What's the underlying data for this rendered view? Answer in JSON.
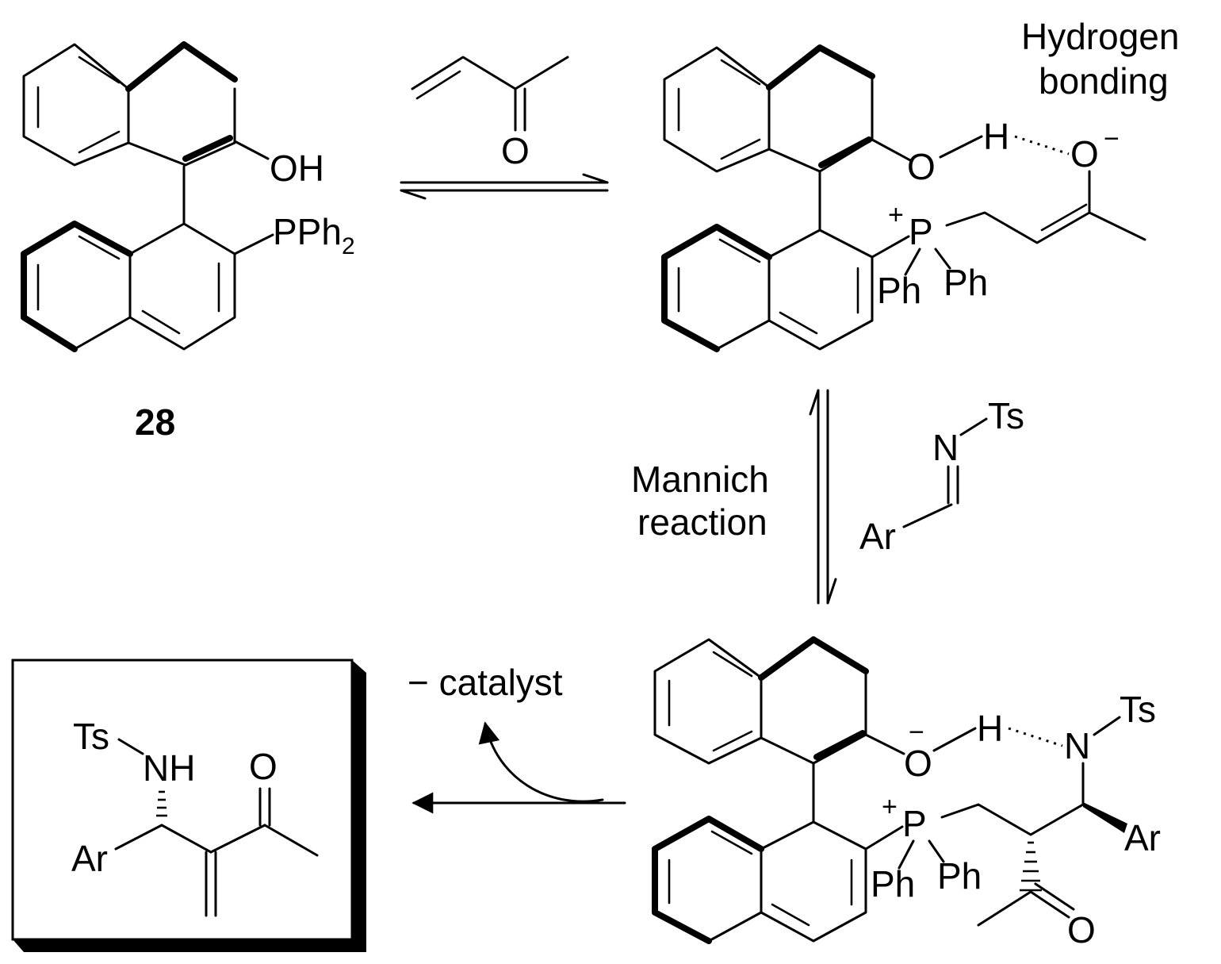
{
  "colors": {
    "ink": "#000000",
    "background": "#ffffff"
  },
  "catalyst": {
    "label_oh": "OH",
    "label_pph": "PPh",
    "label_sub": "2",
    "compound_number": "28"
  },
  "enone": {
    "label_o": "O"
  },
  "zwitterion": {
    "label_o": "O",
    "label_h": "H",
    "label_o_minus": "O",
    "minus": "−",
    "plus": "+",
    "label_p": "P",
    "ph1": "Ph",
    "ph2": "Ph",
    "note_line1": "Hydrogen",
    "note_line2": "bonding"
  },
  "imine": {
    "ts": "Ts",
    "n": "N",
    "ar": "Ar"
  },
  "mannich": {
    "line1": "Mannich",
    "line2": "reaction"
  },
  "adduct": {
    "minus": "−",
    "label_o": "O",
    "label_h": "H",
    "label_n": "N",
    "ts": "Ts",
    "plus": "+",
    "label_p": "P",
    "ph1": "Ph",
    "ph2": "Ph",
    "ar": "Ar",
    "label_o2": "O"
  },
  "release": {
    "label": "− catalyst"
  },
  "product": {
    "ts": "Ts",
    "nh": "NH",
    "label_o": "O",
    "ar": "Ar"
  }
}
